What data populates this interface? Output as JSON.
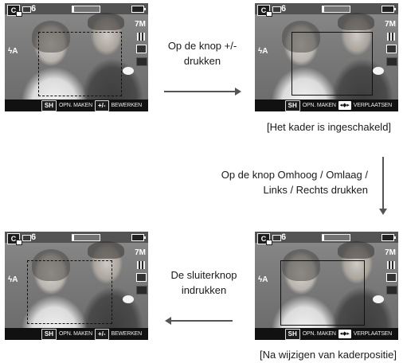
{
  "screens": [
    {
      "id": "top-left",
      "shot_count": "6",
      "resolution": "7M",
      "sh_key": "SH",
      "sh_label": "OPN. MAKEN",
      "second_key": "+/-",
      "second_label": "BEWERKEN",
      "frame_style": "dashed"
    },
    {
      "id": "top-right",
      "shot_count": "6",
      "resolution": "7M",
      "sh_key": "SH",
      "sh_label": "OPN. MAKEN",
      "second_key": "◂◆▸",
      "second_label": "VERPLAATSEN",
      "frame_style": "solid"
    },
    {
      "id": "bottom-left",
      "shot_count": "6",
      "resolution": "7M",
      "sh_key": "SH",
      "sh_label": "OPN. MAKEN",
      "second_key": "+/-",
      "second_label": "BEWERKEN",
      "frame_style": "dashed"
    },
    {
      "id": "bottom-right",
      "shot_count": "6",
      "resolution": "7M",
      "sh_key": "SH",
      "sh_label": "OPN. MAKEN",
      "second_key": "◂◆▸",
      "second_label": "VERPLAATSEN",
      "frame_style": "solid"
    }
  ],
  "steps": {
    "press_plus_minus": "Op de knop +/-\ndrukken",
    "frame_enabled": "[Het kader is ingeschakeld]",
    "press_direction": "Op de knop Omhoog / Omlaag /\nLinks / Rechts drukken",
    "press_shutter": "De sluiterknop\nindrukken",
    "after_move": "[Na wijzigen van kaderpositie]"
  },
  "colors": {
    "text": "#1a1a1a",
    "arrow": "#555555",
    "lcd_bar": "#111111"
  }
}
